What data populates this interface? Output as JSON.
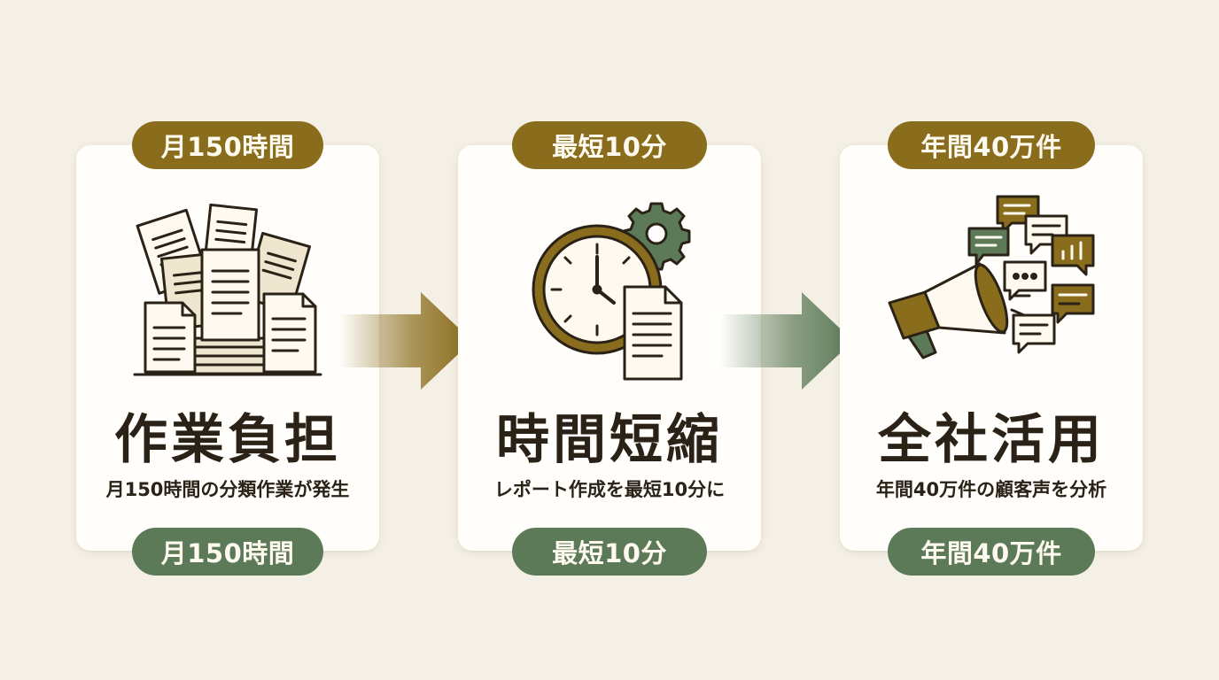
{
  "steps": [
    {
      "badge_top": "月150時間",
      "title": "作業負担",
      "description": "月150時間の分類作業が発生",
      "badge_bottom": "月150時間",
      "icon": "document-pile-icon"
    },
    {
      "badge_top": "最短10分",
      "title": "時間短縮",
      "description": "レポート作成を最短10分に",
      "badge_bottom": "最短10分",
      "icon": "clock-gear-document-icon"
    },
    {
      "badge_top": "年間40万件",
      "title": "全社活用",
      "description": "年間40万件の顧客声を分析",
      "badge_bottom": "年間40万件",
      "icon": "megaphone-chat-icon"
    }
  ],
  "colors": {
    "background": "#f5f0e6",
    "card": "#fffefb",
    "gold": "#8a6d1c",
    "green": "#5c7a58",
    "ink": "#2b2217"
  }
}
